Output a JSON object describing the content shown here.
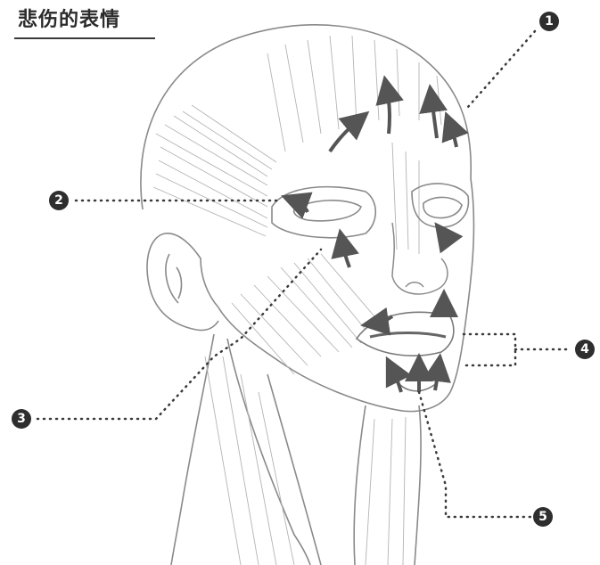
{
  "title": "悲伤的表情",
  "callouts": [
    {
      "id": "1",
      "label": "1"
    },
    {
      "id": "2",
      "label": "2"
    },
    {
      "id": "3",
      "label": "3"
    },
    {
      "id": "4",
      "label": "4"
    },
    {
      "id": "5",
      "label": "5"
    }
  ],
  "colors": {
    "ink": "#2e2e2e",
    "pencil": "#8a8a8a",
    "arrow": "#555555"
  }
}
